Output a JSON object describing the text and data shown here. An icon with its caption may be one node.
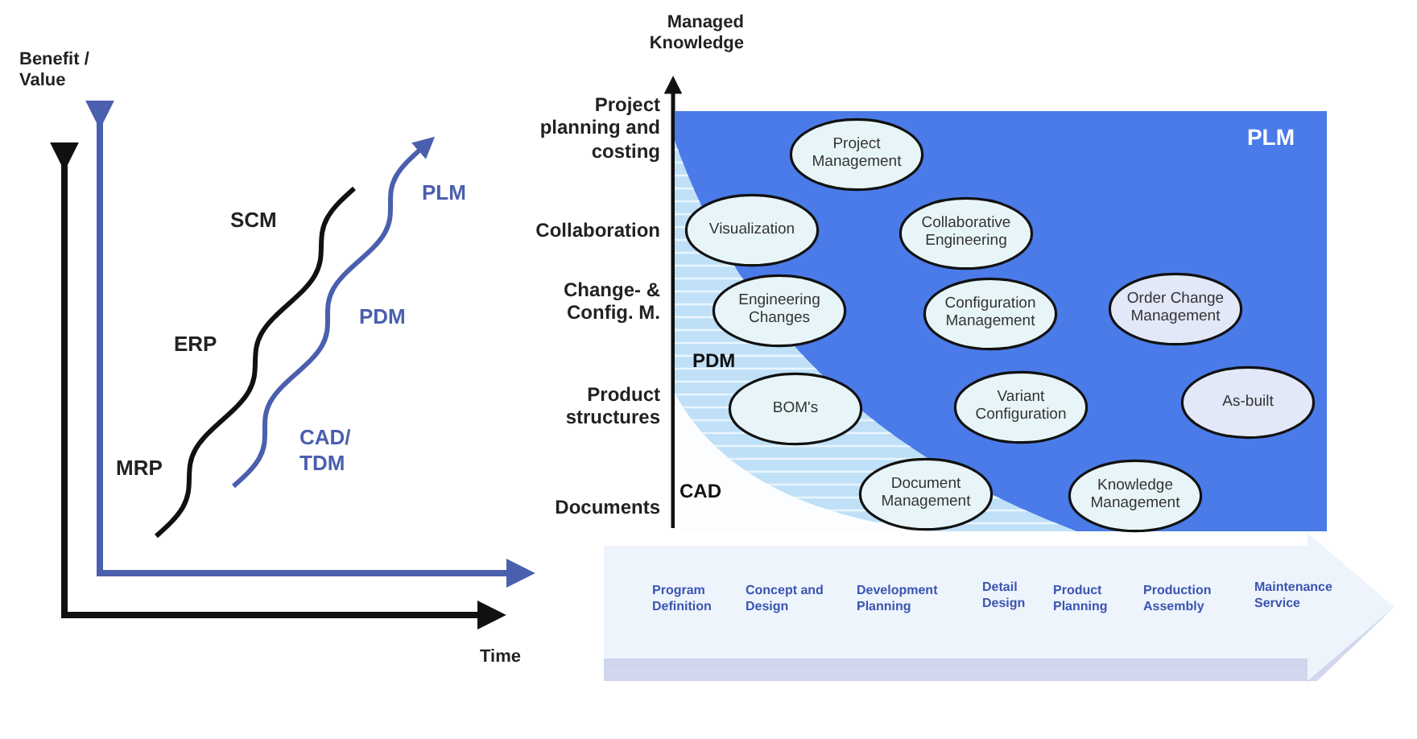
{
  "diagram": {
    "nodes": [
      {
        "text": [
          "PLM"
        ]
      },
      {
        "text": [
          "Project Management"
        ],
        "in": 0
      },
      {
        "text": [
          "Visualization"
        ],
        "in": 0
      },
      {
        "text": [
          "Collaborative Engineering"
        ],
        "in": 0
      },
      {
        "text": [
          "Engineering Changes"
        ],
        "in": 0
      },
      {
        "text": [
          "Configuration Management"
        ],
        "in": 0
      },
      {
        "text": [
          "Order Change Management"
        ],
        "in": 0
      },
      {
        "text": [
          "BOM's"
        ],
        "in": 0
      },
      {
        "text": [
          "Variant Configuration"
        ],
        "in": 0
      },
      {
        "text": [
          "As-built"
        ],
        "in": 0
      },
      {
        "text": [
          "Document Management"
        ],
        "in": 0
      },
      {
        "text": [
          "Knowledge Management"
        ],
        "in": 0
      },
      {
        "text": [
          "Program Definition",
          "Concept and Design",
          "Development Planning",
          "Detail Design",
          "Product Planning",
          "Production Assembly",
          "Maintenance Service"
        ]
      }
    ],
    "labels": [
      "Benefit / Value",
      "SCM",
      "PLM",
      "ERP",
      "PDM",
      "MRP",
      "CAD/ TDM",
      "Time",
      "Managed Knowledge",
      "Project planning and costing",
      "Collaboration",
      "Change- & Config. M.",
      "Product structures",
      "Documents",
      "PDM",
      "CAD"
    ]
  }
}
